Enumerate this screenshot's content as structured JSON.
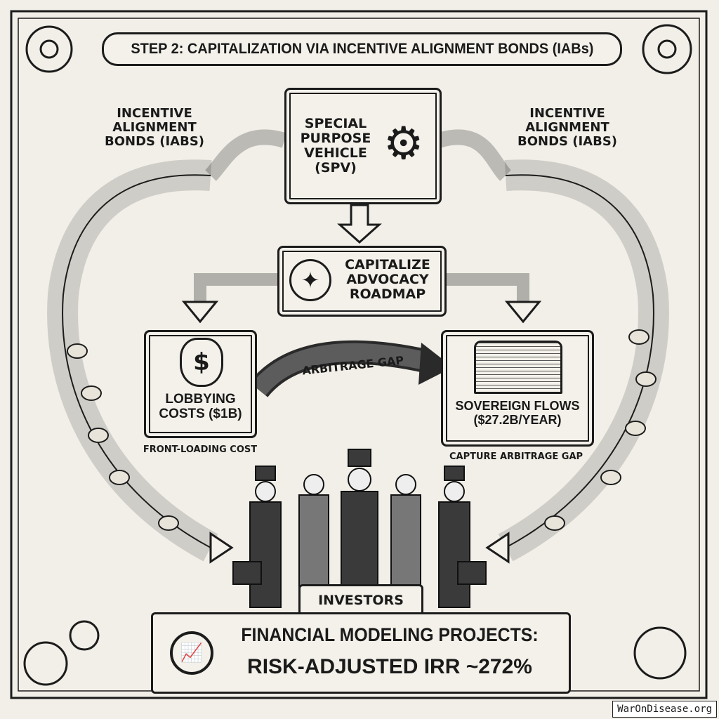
{
  "title": "STEP 2: CAPITALIZATION VIA INCENTIVE ALIGNMENT BONDS (IABs)",
  "left_ribbon_label": "INCENTIVE ALIGNMENT BONDS (IABs)",
  "right_ribbon_label": "INCENTIVE ALIGNMENT BONDS (IABs)",
  "spv": {
    "label": "SPECIAL PURPOSE VEHICLE (SPV)",
    "icon": "gear-icon"
  },
  "capitalize": {
    "label": "CAPITALIZE ADVOCACY ROADMAP",
    "icon": "compass-icon"
  },
  "lobbying": {
    "label": "LOBBYING COSTS ($1B)",
    "caption": "FRONT-LOADING COST",
    "icon": "money-bag-icon"
  },
  "arbitrage_label": "ARBITRAGE GAP",
  "sovereign": {
    "label": "SOVEREIGN FLOWS ($27.2B/YEAR)",
    "caption": "CAPTURE ARBITRAGE GAP",
    "icon": "treasure-chest-icon"
  },
  "investors_label": "INVESTORS",
  "result": {
    "line1": "FINANCIAL MODELING PROJECTS:",
    "line2": "RISK-ADJUSTED IRR ~272%",
    "icon": "magnifier-chart-icon"
  },
  "watermark": "WarOnDisease.org"
}
